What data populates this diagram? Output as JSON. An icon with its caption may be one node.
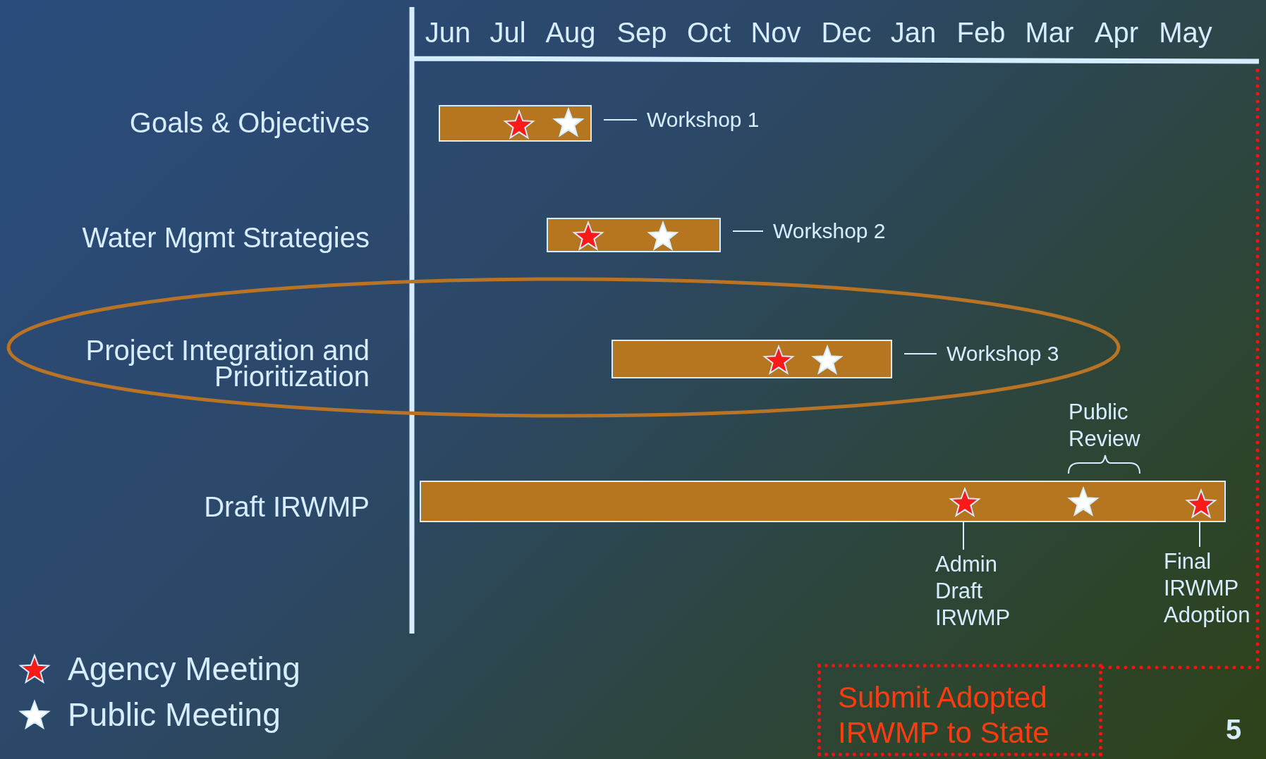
{
  "diagram": {
    "nodes": [
      {
        "text": [],
        "shape": "bar"
      },
      {
        "text": [],
        "shape": "star",
        "in": 0
      },
      {
        "text": [],
        "shape": "star",
        "in": 0
      },
      {
        "text": [
          "Workshop 1"
        ]
      },
      {
        "text": [],
        "shape": "bar"
      },
      {
        "text": [],
        "shape": "star",
        "in": 4
      },
      {
        "text": [],
        "shape": "star",
        "in": 4
      },
      {
        "text": [
          "Workshop 2"
        ]
      },
      {
        "text": [],
        "shape": "bar"
      },
      {
        "text": [],
        "shape": "star",
        "in": 8
      },
      {
        "text": [],
        "shape": "star",
        "in": 8
      },
      {
        "text": [
          "Workshop 3"
        ]
      },
      {
        "text": [],
        "shape": "bar"
      },
      {
        "text": [],
        "shape": "star",
        "in": 12
      },
      {
        "text": [],
        "shape": "star",
        "in": 12
      },
      {
        "text": [],
        "shape": "star",
        "in": 12
      },
      {
        "text": [
          "Admin Draft IRWMP"
        ]
      },
      {
        "text": [
          "Final IRWMP Adoption"
        ]
      },
      {
        "text": [
          "Submit Adopted IRWMP to State"
        ]
      }
    ],
    "edges": [
      {
        "from": 3,
        "to": 0,
        "arrow": "none"
      },
      {
        "from": 7,
        "to": 4,
        "arrow": "none"
      },
      {
        "from": 11,
        "to": 8,
        "arrow": "none"
      },
      {
        "from": 16,
        "to": 13,
        "arrow": "none"
      },
      {
        "from": 17,
        "to": 15,
        "arrow": "none"
      }
    ],
    "labels": [
      "Jun",
      "Jul",
      "Aug",
      "Sep",
      "Oct",
      "Nov",
      "Dec",
      "Jan",
      "Feb",
      "Mar",
      "Apr",
      "May",
      "Goals & Objectives",
      "Water Mgmt Strategies",
      "Project Integration and Prioritization",
      "Public Review",
      "Draft IRWMP",
      "5"
    ],
    "legend": [
      {
        "text": "Agency Meeting"
      },
      {
        "text": "Public Meeting"
      }
    ]
  }
}
